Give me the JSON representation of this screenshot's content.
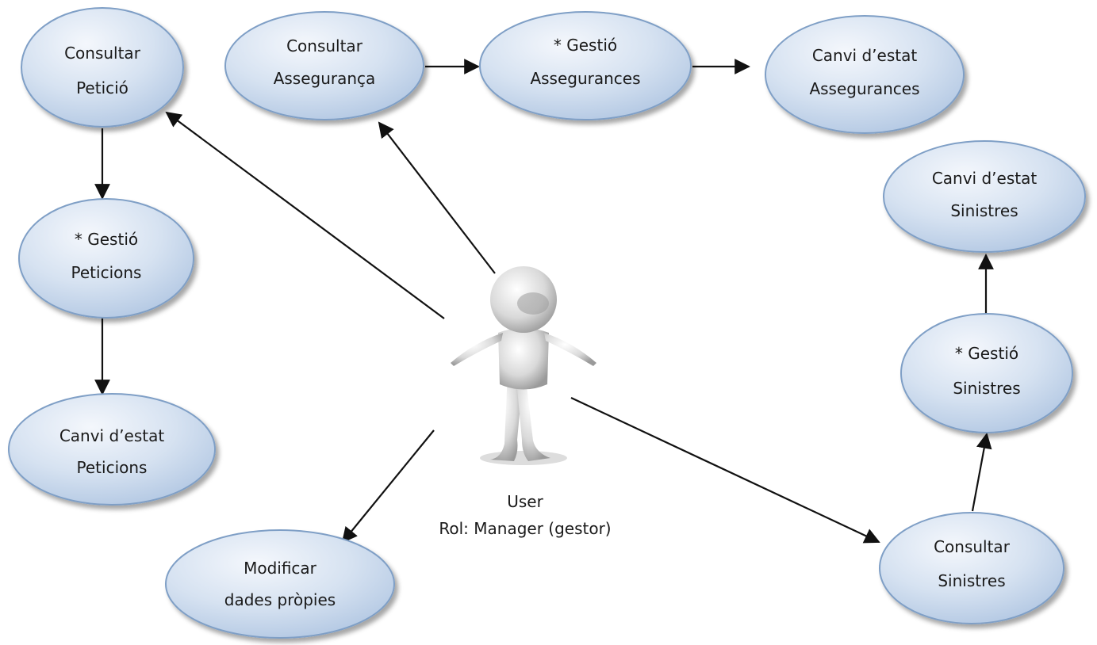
{
  "nodes": {
    "consultar_peticio": {
      "lines": [
        "Consultar",
        "Petició"
      ]
    },
    "gestio_peticions": {
      "lines": [
        "* Gestió",
        "Peticions"
      ]
    },
    "canvi_estat_peticions": {
      "lines": [
        "Canvi d’estat",
        "Peticions"
      ]
    },
    "consultar_asseguranca": {
      "lines": [
        "Consultar",
        "Assegurança"
      ]
    },
    "gestio_assegurances": {
      "lines": [
        "* Gestió",
        "Assegurances"
      ]
    },
    "canvi_estat_assegurances": {
      "lines": [
        "Canvi d’estat",
        "Assegurances"
      ]
    },
    "canvi_estat_sinistres": {
      "lines": [
        "Canvi d’estat",
        "Sinistres"
      ]
    },
    "gestio_sinistres": {
      "lines": [
        "* Gestió",
        "Sinistres"
      ]
    },
    "consultar_sinistres": {
      "lines": [
        "Consultar",
        "Sinistres"
      ]
    },
    "modificar_dades": {
      "lines": [
        "Modificar",
        "dades pròpies"
      ]
    }
  },
  "actor": {
    "name": "User",
    "role": "Rol: Manager (gestor)",
    "icon": "person-figure-icon"
  },
  "colors": {
    "ellipse_fill_light": "#eef3fa",
    "ellipse_fill_dark": "#b9cde6",
    "ellipse_stroke": "#7f9fc6",
    "arrow": "#111111"
  }
}
